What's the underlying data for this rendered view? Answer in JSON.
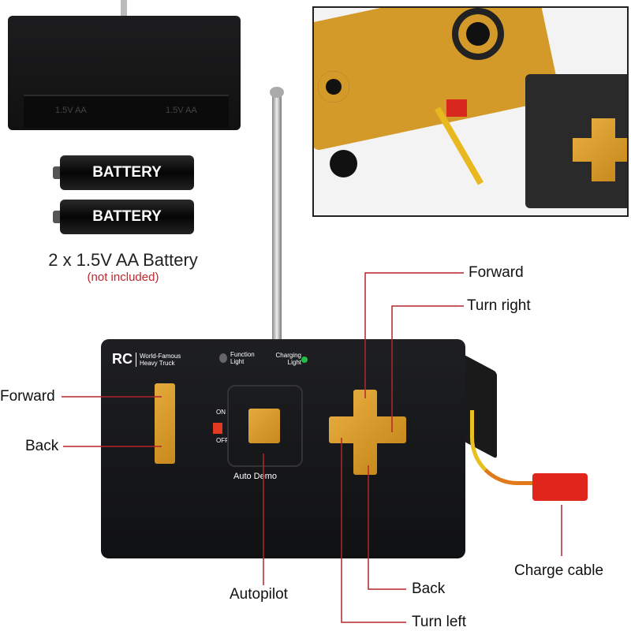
{
  "battery_section": {
    "battery_label_1": "BATTERY",
    "battery_label_2": "BATTERY",
    "caption": "2 x 1.5V AA Battery",
    "note": "(not included)",
    "compartment_marks": [
      "1.5V AA",
      "1.5V AA"
    ]
  },
  "remote": {
    "brand": "RC",
    "brand_sub": "World-Famous Heavy Truck",
    "function_light": "Function Light",
    "charging_light": "Charging Light",
    "switch_on": "ON",
    "switch_off": "OFF",
    "auto_demo": "Auto Demo"
  },
  "callouts": {
    "forward_left": "Forward",
    "back_left": "Back",
    "forward_right": "Forward",
    "turn_right": "Turn right",
    "autopilot": "Autopilot",
    "back_right": "Back",
    "turn_left": "Turn left",
    "charge_cable": "Charge cable"
  },
  "colors": {
    "callout_line": "#b3262b",
    "accent_yellow": "#d99a2b",
    "note_red": "#c0272d"
  }
}
